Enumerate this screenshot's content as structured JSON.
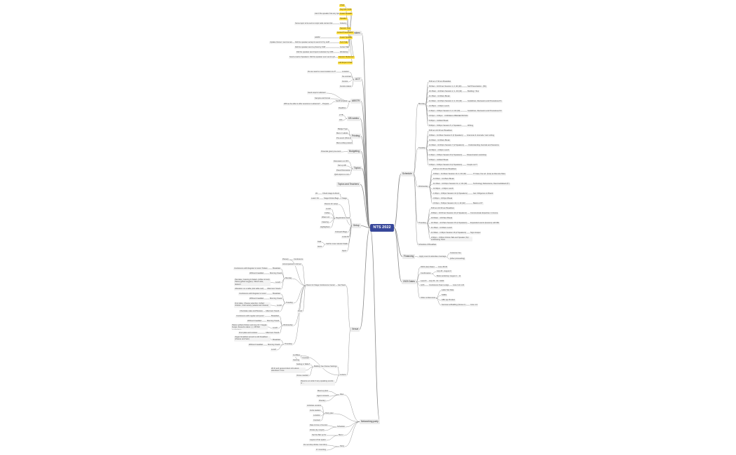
{
  "root": "NTS 2022",
  "colors": {
    "root": "#37479a",
    "highlight": "#ffe24a",
    "edge": "#8a8a8a",
    "chip": "#f2f2f2"
  },
  "nodes": [
    {
      "id": "speakers",
      "text": "Speakers"
    },
    {
      "id": "act",
      "text": "ACT"
    },
    {
      "id": "abstr",
      "text": "ABSTR"
    },
    {
      "id": "deadline",
      "text": "DB weeks"
    },
    {
      "id": "printing",
      "text": "Printing"
    },
    {
      "id": "budget",
      "text": "Budgeting"
    },
    {
      "id": "topics",
      "text": "Topics"
    },
    {
      "id": "tout",
      "text": "Topics and Teachers"
    },
    {
      "id": "setup",
      "text": "Setup"
    },
    {
      "id": "venue",
      "text": "Venue"
    },
    {
      "id": "party",
      "text": "Networking party"
    },
    {
      "id": "schedule",
      "text": "Schedule"
    },
    {
      "id": "finance",
      "text": "Financing"
    },
    {
      "id": "dates",
      "text": "2023 Dates"
    },
    {
      "id": "s1",
      "text": "Chair"
    },
    {
      "id": "s2",
      "text": "Keynote Invite"
    },
    {
      "id": "s3",
      "text": "Guest Speaker"
    },
    {
      "id": "s4",
      "text": "Speaker"
    },
    {
      "id": "s5",
      "text": "Industry"
    },
    {
      "id": "s6",
      "text": "Some topic to be sent to topic wide content list"
    },
    {
      "id": "s7",
      "text": "Session"
    },
    {
      "id": "s8",
      "text": "Session host"
    },
    {
      "id": "s9",
      "text": "Invited Presentation"
    },
    {
      "id": "s10",
      "text": "Guest Speaker"
    },
    {
      "id": "s11",
      "text": "Demo"
    },
    {
      "id": "s12",
      "text": "Invited Talk"
    },
    {
      "id": "s13",
      "text": "Tech Talk"
    },
    {
      "id": "s14",
      "text": "Workshop"
    },
    {
      "id": "s15",
      "text": "Session Moderator"
    },
    {
      "id": "s16",
      "text": "Lab Expert Chair"
    },
    {
      "id": "s17",
      "text": "Get details (GDPR)"
    },
    {
      "id": "s18",
      "text": "GDPR"
    },
    {
      "id": "s19",
      "text": "Ask if the speaker has any questions"
    },
    {
      "id": "s20",
      "text": "Update Owner / send email"
    },
    {
      "id": "s21",
      "text": "Did the speaker accept & send CV by 12/8"
    },
    {
      "id": "s22",
      "text": "Did the speaker send a photo by 15/8"
    },
    {
      "id": "s23",
      "text": "Did the speaker send topic & abstract by 15/8"
    },
    {
      "id": "s24",
      "text": "Send email to Speakers: Did the speaker ever send a photo"
    },
    {
      "id": "s25",
      "text": "Send reminders"
    },
    {
      "id": "a1",
      "text": "Location"
    },
    {
      "id": "a2",
      "text": "Do we need to move location to 2?"
    },
    {
      "id": "a3",
      "text": "No contract"
    },
    {
      "id": "a4",
      "text": "Invoice"
    },
    {
      "id": "a5",
      "text": "Invoice status"
    },
    {
      "id": "b1",
      "text": "Send reqs for abstract"
    },
    {
      "id": "b2",
      "text": "Sample and format"
    },
    {
      "id": "b3",
      "text": "Send template"
    },
    {
      "id": "b4",
      "text": "Will we be able to offer sessions in advance?"
    },
    {
      "id": "b5",
      "text": "Prepare"
    },
    {
      "id": "b6",
      "text": "Deadline"
    },
    {
      "id": "d1",
      "text": "2 TB"
    },
    {
      "id": "d2",
      "text": "Info"
    },
    {
      "id": "p1",
      "text": "Badge Type"
    },
    {
      "id": "p2",
      "text": "Menu / Labels"
    },
    {
      "id": "p3",
      "text": "Pre-event (Post-it)"
    },
    {
      "id": "p4",
      "text": "Menu-rollup posters"
    },
    {
      "id": "bu1",
      "text": "Potential grant pre-event"
    },
    {
      "id": "t1",
      "text": "Discussion on IPO"
    },
    {
      "id": "t2",
      "text": "Set up AB"
    },
    {
      "id": "t3",
      "text": "Panel Discussion"
    },
    {
      "id": "t4",
      "text": "Q&A topics to com"
    },
    {
      "id": "u1",
      "text": "Check stage & direct"
    },
    {
      "id": "u2",
      "text": "AV"
    },
    {
      "id": "u3",
      "text": "Stage Drinks Bags"
    },
    {
      "id": "u4",
      "text": "Lead / AV"
    },
    {
      "id": "u5",
      "text": "Stage"
    },
    {
      "id": "u6",
      "text": "Rooms for setup"
    },
    {
      "id": "u7",
      "text": "Lunch"
    },
    {
      "id": "u8",
      "text": "Coffee"
    },
    {
      "id": "u9",
      "text": "Registration desk"
    },
    {
      "id": "u10",
      "text": "Water etc."
    },
    {
      "id": "u11",
      "text": "Catering"
    },
    {
      "id": "u12",
      "text": "Highlighters"
    },
    {
      "id": "u13",
      "text": "Outreach Bags"
    },
    {
      "id": "u14",
      "text": "Local AV"
    },
    {
      "id": "u15",
      "text": "Stall"
    },
    {
      "id": "u16",
      "text": "Call for more Vendor Stalls"
    },
    {
      "id": "u17",
      "text": "Items"
    },
    {
      "id": "u18",
      "text": "Sport"
    },
    {
      "id": "v1",
      "text": "Room for Stage Conference Center"
    },
    {
      "id": "v2",
      "text": "Get Team"
    },
    {
      "id": "v3",
      "text": "Plenary"
    },
    {
      "id": "v4",
      "text": "Conference"
    },
    {
      "id": "v5",
      "text": "Accompanied in full set"
    },
    {
      "id": "v6",
      "text": "Conference with Regular & Junior Tickets"
    },
    {
      "id": "v7",
      "text": "Breakfast"
    },
    {
      "id": "v8",
      "text": "Without breakfast"
    },
    {
      "id": "v9",
      "text": "Morning Snack"
    },
    {
      "id": "v10",
      "text": "Monday"
    },
    {
      "id": "v11",
      "text": "Pancake, Catering & Salad, (coffee & food) Pasta (grilled veggies), Sliced cake, dessert"
    },
    {
      "id": "v12",
      "text": "Lunch"
    },
    {
      "id": "v13",
      "text": "Allocation on a table (Hot table cart)"
    },
    {
      "id": "v14",
      "text": "Afternoon Snack"
    },
    {
      "id": "v15",
      "text": "Conference with Regular & Junior"
    },
    {
      "id": "v16",
      "text": "Breakfast"
    },
    {
      "id": "v17",
      "text": "Without breakfast"
    },
    {
      "id": "v18",
      "text": "Morning Snack"
    },
    {
      "id": "v19",
      "text": "Tuesday"
    },
    {
      "id": "v20",
      "text": "Fruit plate, Cheese selection, Grilled chicken, Cold variety (salads and cheese)"
    },
    {
      "id": "v21",
      "text": "Lunch"
    },
    {
      "id": "v22",
      "text": "Chocolate cake and Banana"
    },
    {
      "id": "v23",
      "text": "Afternoon Snack"
    },
    {
      "id": "v24",
      "text": "Conference with regular and junior"
    },
    {
      "id": "v25",
      "text": "Breakfast"
    },
    {
      "id": "v26",
      "text": "Without breakfast"
    },
    {
      "id": "v27",
      "text": "Morning Snack"
    },
    {
      "id": "v28",
      "text": "Wednesday"
    },
    {
      "id": "v29",
      "text": "Pasta / grilled chicken and veg (V) / Veggie burger, desserts cakes (..), CB fish sandwiches"
    },
    {
      "id": "v30",
      "text": "Lunch"
    },
    {
      "id": "v31",
      "text": "Fruit plate and cookies"
    },
    {
      "id": "v32",
      "text": "Afternoon Snack"
    },
    {
      "id": "v33",
      "text": "Thursday"
    },
    {
      "id": "v34",
      "text": "Vegan breakfast served & cold breakfast (cheese and ham)"
    },
    {
      "id": "v35",
      "text": "Breakfast"
    },
    {
      "id": "v36",
      "text": "Without breakfast"
    },
    {
      "id": "v37",
      "text": "Morning Snack"
    },
    {
      "id": "v38",
      "text": "Lunch"
    },
    {
      "id": "v39",
      "text": "1st Bites"
    },
    {
      "id": "v40",
      "text": "Food"
    },
    {
      "id": "v41",
      "text": "Contract"
    },
    {
      "id": "v42",
      "text": "Gaming"
    },
    {
      "id": "v43",
      "text": "Setting in Table?"
    },
    {
      "id": "v44",
      "text": "Bidding: fee /Venue Settings"
    },
    {
      "id": "v45",
      "text": "Wi-Fi and general client info about attendees / time"
    },
    {
      "id": "v46",
      "text": "Venue needed"
    },
    {
      "id": "v47",
      "text": "Leisure"
    },
    {
      "id": "v48",
      "text": "Reserve an order if any speaking events or ..."
    },
    {
      "id": "n1",
      "text": "Meet-up plan"
    },
    {
      "id": "n2",
      "text": "Idea"
    },
    {
      "id": "n3",
      "text": "Agent contacts"
    },
    {
      "id": "n4",
      "text": "Itinerary"
    },
    {
      "id": "n5",
      "text": "Activities vendors"
    },
    {
      "id": "n6",
      "text": "Invite leaders"
    },
    {
      "id": "n7",
      "text": "Party plan"
    },
    {
      "id": "n8",
      "text": "Location"
    },
    {
      "id": "n9",
      "text": "Contract"
    },
    {
      "id": "n10",
      "text": "Date & time of invoice"
    },
    {
      "id": "n11",
      "text": "Schedule"
    },
    {
      "id": "n12",
      "text": "Drinks (by 4 April)"
    },
    {
      "id": "n13",
      "text": "Menu"
    },
    {
      "id": "n14",
      "text": "Set the Bar up for"
    },
    {
      "id": "n15",
      "text": "Layout of bar space"
    },
    {
      "id": "n16",
      "text": "Party"
    },
    {
      "id": "n17",
      "text": "Do not drop drinks / taxi drop"
    },
    {
      "id": "n18",
      "text": "# / Counting"
    },
    {
      "id": "mon",
      "text": "Monday"
    },
    {
      "id": "m1",
      "text": "8:00 am  7:30 am Breakfast"
    },
    {
      "id": "m2",
      "text": "8:15am - 10:00 am Session 1, 2, 40 (40)"
    },
    {
      "id": "m3",
      "text": "Self Presentation - (50)"
    },
    {
      "id": "m4",
      "text": "10:15am - 11:00am Session 2, 1, 40 (40)"
    },
    {
      "id": "m5",
      "text": "Building / Tour"
    },
    {
      "id": "m6",
      "text": "11:15am - 11:30am Break"
    },
    {
      "id": "m7",
      "text": "11:30am - 12:15pm Session 3, 2, 40 (40)"
    },
    {
      "id": "m8",
      "text": "Guidelines, Reviewers and Procedures P1"
    },
    {
      "id": "m9",
      "text": "12:45pm - 1:30pm Lunch"
    },
    {
      "id": "m10",
      "text": "1:30pm - 3:00pm Session 4, 3, 40 (40)"
    },
    {
      "id": "m11",
      "text": "Guidelines, Reviewers and Procedures P2"
    },
    {
      "id": "m12",
      "text": "3:15pm - 3:30pm"
    },
    {
      "id": "m13",
      "text": "COFFEE & PRESENTATION"
    },
    {
      "id": "m14",
      "text": "6:00pm - Jubilant Break"
    },
    {
      "id": "m15",
      "text": "8:00pm - 9:00pm Session 5, 2 Speakers"
    },
    {
      "id": "m16",
      "text": "Writing"
    },
    {
      "id": "tue",
      "text": "Tuesday"
    },
    {
      "id": "tu1",
      "text": "8:00 am  10:00 am Breakfast"
    },
    {
      "id": "tu2",
      "text": "9:00am - 11:00am Session 6 (2 Speakers)"
    },
    {
      "id": "tu3",
      "text": "Grammar & Journals / own writing"
    },
    {
      "id": "tu4",
      "text": "11:00am - 11:30am Break"
    },
    {
      "id": "tu5",
      "text": "11:30am - 12:30pm Session 7 (2 Speakers)"
    },
    {
      "id": "tu6",
      "text": "Understanding Journals and Sessions"
    },
    {
      "id": "tu7",
      "text": "12:30pm - 1:30pm Lunch"
    },
    {
      "id": "tu8",
      "text": "1:30pm - 3:00pm Session 8 (2 Speakers)"
    },
    {
      "id": "tu9",
      "text": "Dissemination workshop"
    },
    {
      "id": "tu10",
      "text": "3:00pm - Jubilant Break"
    },
    {
      "id": "tu11",
      "text": "4:00pm - 6:00pm Session 9 (2 Speakers)"
    },
    {
      "id": "tu12",
      "text": "Couple on IT"
    },
    {
      "id": "wed",
      "text": "Wednesday"
    },
    {
      "id": "w1",
      "text": "8:00 am 10:00 am Breakfast"
    },
    {
      "id": "w2",
      "text": "9:00am - 11:00am Session 10, 2, 40 (40)"
    },
    {
      "id": "w3",
      "text": "IT Case, live sci. (Use) as Remote Sites"
    },
    {
      "id": "w4",
      "text": "11:00am - 11:15am Break"
    },
    {
      "id": "w5",
      "text": "11:15am - 12:30pm Session 11, 2, 40 (40)"
    },
    {
      "id": "w6",
      "text": "Technology Deliverance, Deconsolidated (IT)"
    },
    {
      "id": "w7",
      "text": "12:30pm - 1:30pm Lunch"
    },
    {
      "id": "w8",
      "text": "1:30pm - 3:00pm Session 12 (2 Speakers)"
    },
    {
      "id": "w9",
      "text": "Get / Diligence on Board"
    },
    {
      "id": "w10",
      "text": "3:00pm - 3:15pm Break"
    },
    {
      "id": "w11",
      "text": "3:15pm - 5:00pm Session 13, 2, 40 (40)"
    },
    {
      "id": "w12",
      "text": "Basics of IT"
    },
    {
      "id": "thu",
      "text": "Thursday"
    },
    {
      "id": "th1",
      "text": "8:00 am  10:00 am Breakfast"
    },
    {
      "id": "th2",
      "text": "9:00am - 10:00 am Session 14 (2 Speakers)"
    },
    {
      "id": "th3",
      "text": "Communicate Expertise / in Home"
    },
    {
      "id": "th4",
      "text": "10:00am - 10:15am Break"
    },
    {
      "id": "th5",
      "text": "10:15am - 11:15am Session 15 (2 Speakers)"
    },
    {
      "id": "th6",
      "text": "Expanded events (lessons) with Bib"
    },
    {
      "id": "th7",
      "text": "11:15am - 11:30am Lunch"
    },
    {
      "id": "th8",
      "text": "11:30am - 1:30pm Session 16 (2 Speakers)"
    },
    {
      "id": "th9",
      "text": "Sign-Gospel"
    },
    {
      "id": "th10",
      "text": "2:00pm - 3:00pm Drinks Talk and Speaker (N) / end/closing Team"
    },
    {
      "id": "sch_end",
      "text": "Schedule of Breakfast"
    },
    {
      "id": "f1",
      "text": "Apply event & attendee coverage"
    },
    {
      "id": "f2",
      "text": "Customer fee"
    },
    {
      "id": "f3",
      "text": "[other proceeding]"
    },
    {
      "id": "dt1",
      "text": "2023 (Jan) Dates"
    },
    {
      "id": "dt2",
      "text": "June 28-30"
    },
    {
      "id": "dt3",
      "text": "Confirmation"
    },
    {
      "id": "dt4",
      "text": "July 26 - August 3"
    },
    {
      "id": "dt5",
      "text": "Book workshop: August 1 - 11"
    },
    {
      "id": "dt6",
      "text": "Launch"
    },
    {
      "id": "dt7",
      "text": "July 29 - 01 / 2023"
    },
    {
      "id": "dt8",
      "text": "AOS"
    },
    {
      "id": "dt9",
      "text": "Conference Team Lodge"
    },
    {
      "id": "dt10",
      "text": "June 3 & 4 23"
    },
    {
      "id": "dt11",
      "text": "Other conferences"
    },
    {
      "id": "dt12",
      "text": "Labor Set Date"
    },
    {
      "id": "dt13",
      "text": "SABG"
    },
    {
      "id": "dt14",
      "text": "ABC (a) Product"
    },
    {
      "id": "dt15",
      "text": "Seminar at Building (Venue 1)"
    },
    {
      "id": "dt16",
      "text": "June 1-3"
    }
  ]
}
